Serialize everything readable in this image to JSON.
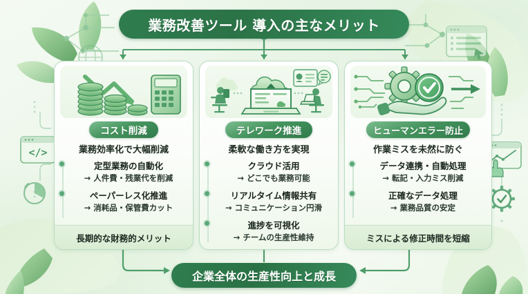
{
  "title": "業務改善ツール 導入の主なメリット",
  "footer": "企業全体の生産性向上と成長",
  "columns": [
    {
      "badge": "コスト削減",
      "subhead": "業務効率化で大幅削減",
      "illustration": "coins-down-arrow-calculator-icon",
      "bullets": [
        {
          "main": "定型業務の自動化",
          "sub": "→ 人件費・残業代を削減"
        },
        {
          "main": "ペーパーレス化推進",
          "sub": "→ 消耗品・保管費カット"
        }
      ],
      "footnote": "長期的な財務的メリット"
    },
    {
      "badge": "テレワーク推進",
      "subhead": "柔軟な働き方を実現",
      "illustration": "laptop-cloud-remote-workers-icon",
      "bullets": [
        {
          "main": "クラウド活用",
          "sub": "→ どこでも業務可能"
        },
        {
          "main": "リアルタイム情報共有",
          "sub": "→ コミュニケーション円滑"
        },
        {
          "main": "進捗を可視化",
          "sub": "→ チームの生産性維持"
        }
      ],
      "footnote": ""
    },
    {
      "badge": "ヒューマンエラー防止",
      "subhead": "作業ミスを未然に防ぐ",
      "illustration": "gear-check-hand-circuit-icon",
      "bullets": [
        {
          "main": "データ連携・自動処理",
          "sub": "→ 転記・入力ミス削減"
        },
        {
          "main": "正確なデータ処理",
          "sub": "→ 業務品質の安定"
        }
      ],
      "footnote": "ミスによる修正時間を短縮"
    }
  ],
  "decorations": {
    "left_code_window": "code-window-icon",
    "left_pie_chart": "pie-chart-icon",
    "right_chart_window": "chart-window-cursor-icon",
    "right_gear_check": "gear-check-icon",
    "top_left_globe": "globe-cursor-icon",
    "top_right_list_window": "list-window-cursor-icon",
    "leaves": "leaf-icon"
  },
  "colors": {
    "brand_dark_green": "#2f7d4f",
    "brand_green": "#46955f",
    "accent_light_green": "#7bbd8f",
    "card_border": "#b9dcc1",
    "text_dark": "#18241c",
    "background": "#eef7ec"
  }
}
